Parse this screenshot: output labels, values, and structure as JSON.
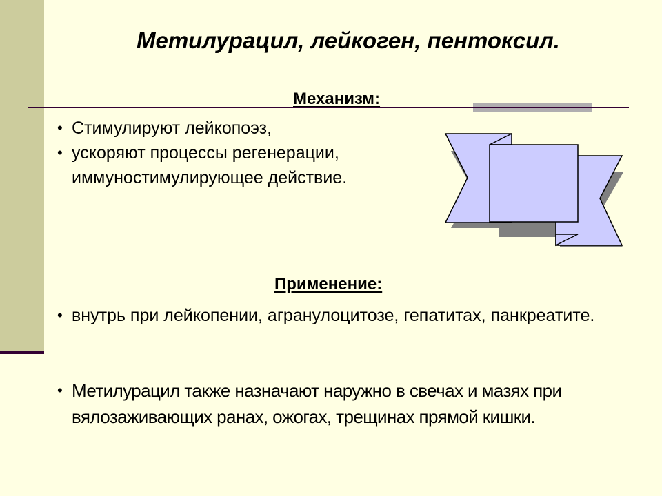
{
  "slide": {
    "title": "Метилурацил, лейкоген, пентоксил.",
    "colors": {
      "background": "#ffffe3",
      "sidebar": "#cccc9d",
      "rule": "#330033",
      "accent_bar": "#b0aeb0",
      "banner_fill": "#ccccff",
      "banner_shadow": "#808080"
    },
    "mechanism": {
      "heading": "Механизм: ",
      "items": [
        "Стимулируют лейкопоэз,",
        "ускоряют процессы регенерации, иммуностимулирующее действие."
      ]
    },
    "application": {
      "heading": "Применение: ",
      "items": [
        " внутрь при лейкопении, агранулоцитозе, гепатитах, панкреатите.",
        "Метилурацил также назначают наружно в свечах и мазях при вялозаживающих ранах, ожогах, трещинах прямой кишки."
      ]
    },
    "bullet_glyph": "•",
    "decoration": "ribbon-banner-icon"
  }
}
